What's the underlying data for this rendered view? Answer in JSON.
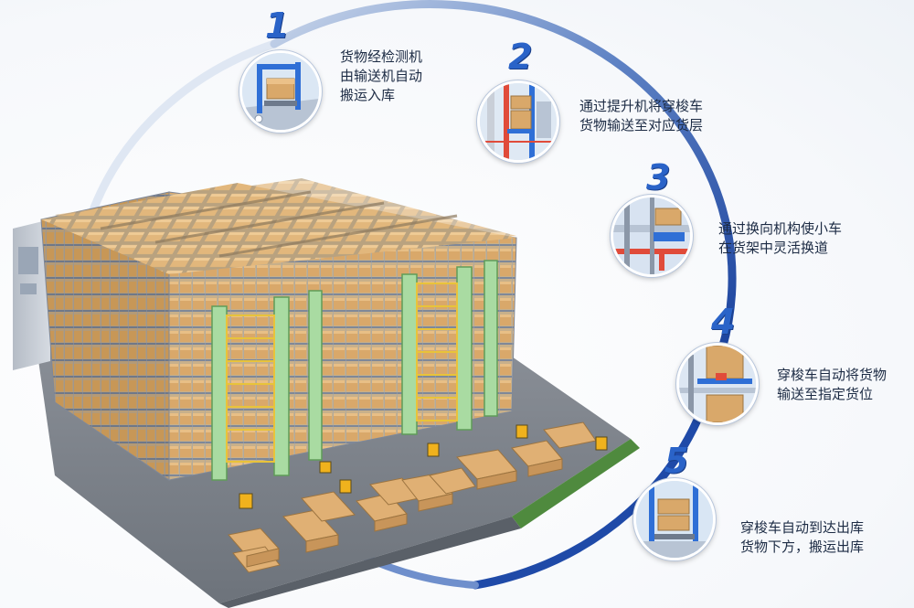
{
  "steps": [
    {
      "num": "1",
      "text": "货物经检测机\n由输送机自动\n搬运入库",
      "icon": "conveyor-gate-icon"
    },
    {
      "num": "2",
      "text": "通过提升机将穿梭车\n货物输送至对应货层",
      "icon": "lift-icon"
    },
    {
      "num": "3",
      "text": "通过换向机构使小车\n在货架中灵活换道",
      "icon": "reversing-shuttle-icon"
    },
    {
      "num": "4",
      "text": "穿梭车自动将货物\n输送至指定货位",
      "icon": "shuttle-rack-icon"
    },
    {
      "num": "5",
      "text": "穿梭车自动到达出库\n货物下方，搬运出库",
      "icon": "outbound-shuttle-icon"
    }
  ],
  "colors": {
    "accent": "#2a63c8",
    "arc": "#1f4aa8",
    "box": "#d9a86a",
    "rack": "#8a94a6",
    "lift": "#9fd39a",
    "floor": "#7f858d"
  }
}
